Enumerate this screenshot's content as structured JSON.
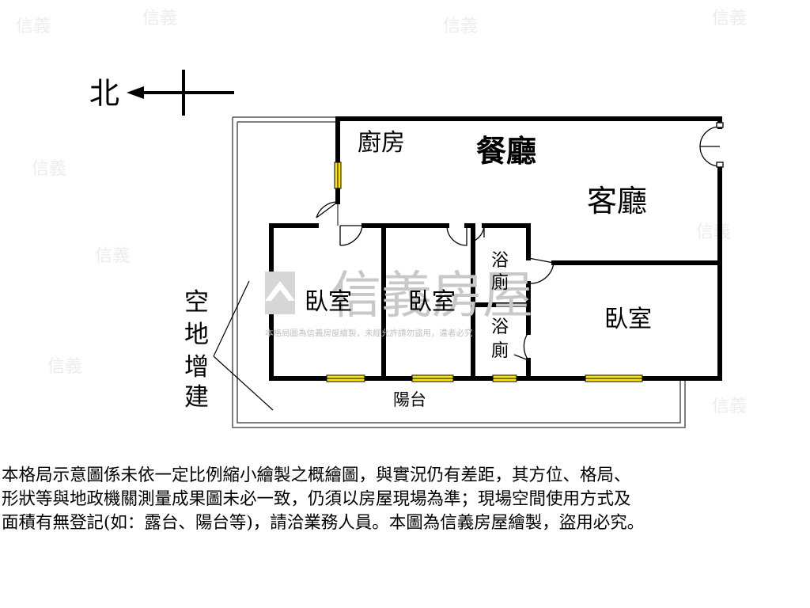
{
  "compass": {
    "label": "北"
  },
  "rooms": {
    "kitchen": "廚房",
    "dining": "餐廳",
    "living": "客廳",
    "bedroom_1": "臥室",
    "bedroom_2": "臥室",
    "bedroom_3": "臥室",
    "bath_1": [
      "浴",
      "廁"
    ],
    "bath_2": [
      "浴",
      "廁"
    ],
    "balcony": "陽台"
  },
  "extension": {
    "chars": [
      "空",
      "地",
      "增",
      "建"
    ]
  },
  "watermark": {
    "brand": "信義房屋",
    "subtext": "本格局圖為信義房屋繪製，未經允許請勿盜用，違者必究"
  },
  "disclaimer": {
    "lines": [
      "本格局示意圖係未依一定比例縮小繪製之概繪圖，與實況仍有差距，其方位、格局、",
      "形狀等與地政機關測量成果圖未必一致，仍須以房屋現場為準；現場空間使用方式及",
      "面積有無登記(如：露台、陽台等)，請洽業務人員。本圖為信義房屋繪製，盜用必究。"
    ]
  },
  "colors": {
    "wall": "#000000",
    "window": "#ffe600",
    "watermark": "#c8c8c8"
  }
}
